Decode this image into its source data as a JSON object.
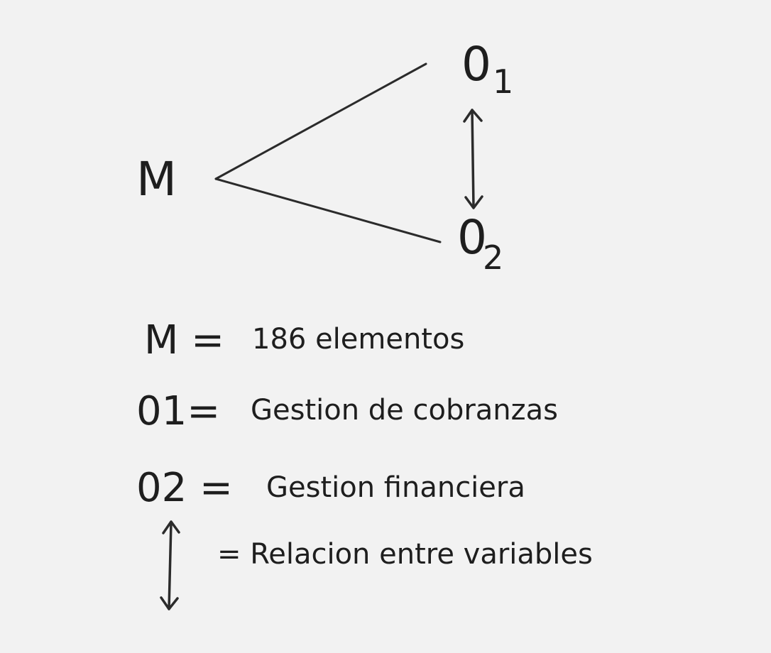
{
  "diagram": {
    "m_node": "M",
    "o1_node": {
      "base": "0",
      "sub": "1"
    },
    "o2_node": {
      "base": "0",
      "sub": "2"
    }
  },
  "legend": {
    "m_symbol": "M =",
    "m_text": "186 elementos",
    "o1_symbol": "01=",
    "o1_text": "Gestion de cobranzas",
    "o2_symbol": "02 =",
    "o2_text": "Gestion financiera",
    "relation_text": "= Relacion entre variables"
  },
  "colors": {
    "background": "#f2f2f2",
    "stroke": "#2b2b2b",
    "text": "#1e1e1e"
  }
}
